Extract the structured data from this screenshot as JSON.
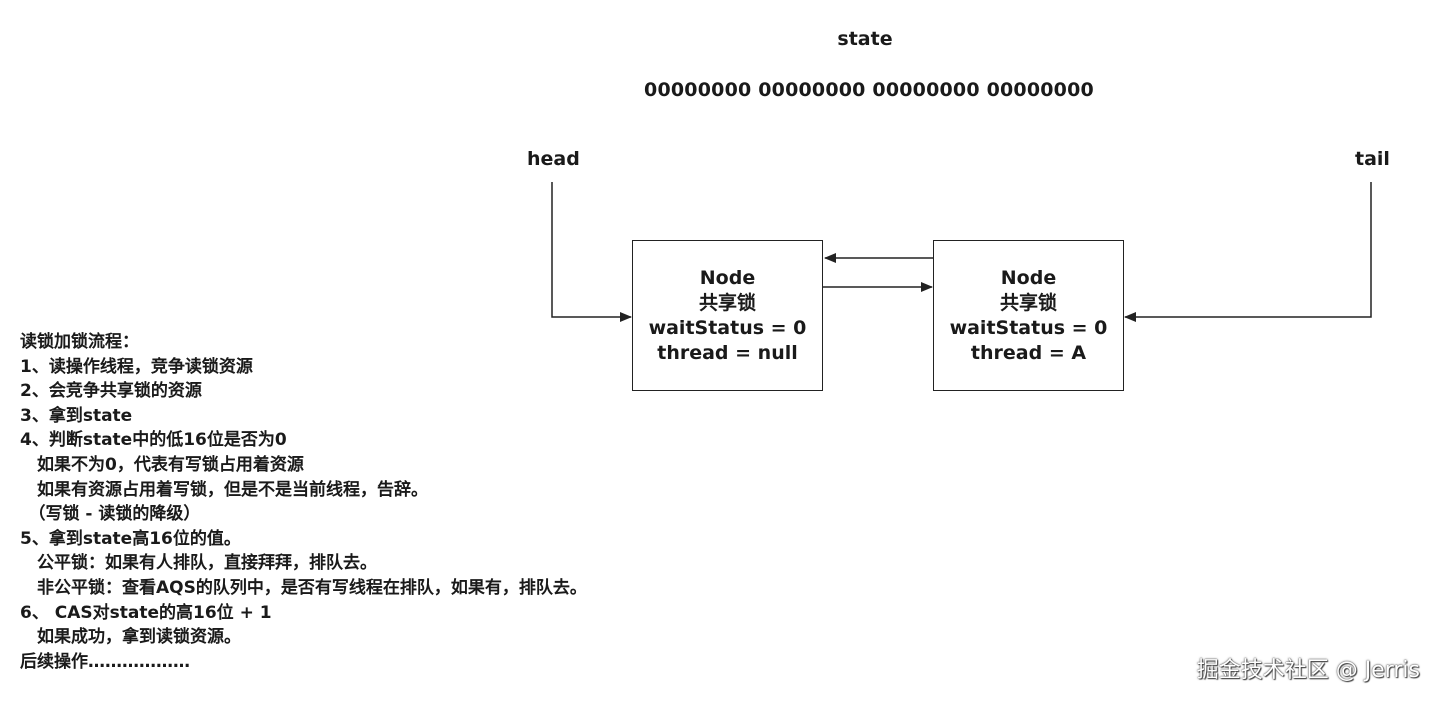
{
  "state_label": "state",
  "state_bits": "00000000 00000000 00000000 00000000",
  "head_label": "head",
  "tail_label": "tail",
  "nodes": [
    {
      "title": "Node",
      "mode": "共享锁",
      "wait_status": "waitStatus = 0",
      "thread": "thread = null"
    },
    {
      "title": "Node",
      "mode": "共享锁",
      "wait_status": "waitStatus = 0",
      "thread": "thread = A"
    }
  ],
  "steps": [
    "读锁加锁流程：",
    "1、读操作线程，竞争读锁资源",
    "2、会竞争共享锁的资源",
    "3、拿到state",
    "4、判断state中的低16位是否为0",
    "　如果不为0，代表有写锁占用着资源",
    "　如果有资源占用着写锁，但是不是当前线程，告辞。",
    "　（写锁 - 读锁的降级）",
    "5、拿到state高16位的值。",
    "　公平锁：如果有人排队，直接拜拜，排队去。",
    "　非公平锁：查看AQS的队列中，是否有写线程在排队，如果有，排队去。",
    "6、 CAS对state的高16位 + 1",
    "　如果成功，拿到读锁资源。",
    "后续操作………………"
  ],
  "watermark": "掘金技术社区 @ Jerris",
  "colors": {
    "line": "#222222",
    "text": "#1a1a1a",
    "background": "#ffffff"
  }
}
